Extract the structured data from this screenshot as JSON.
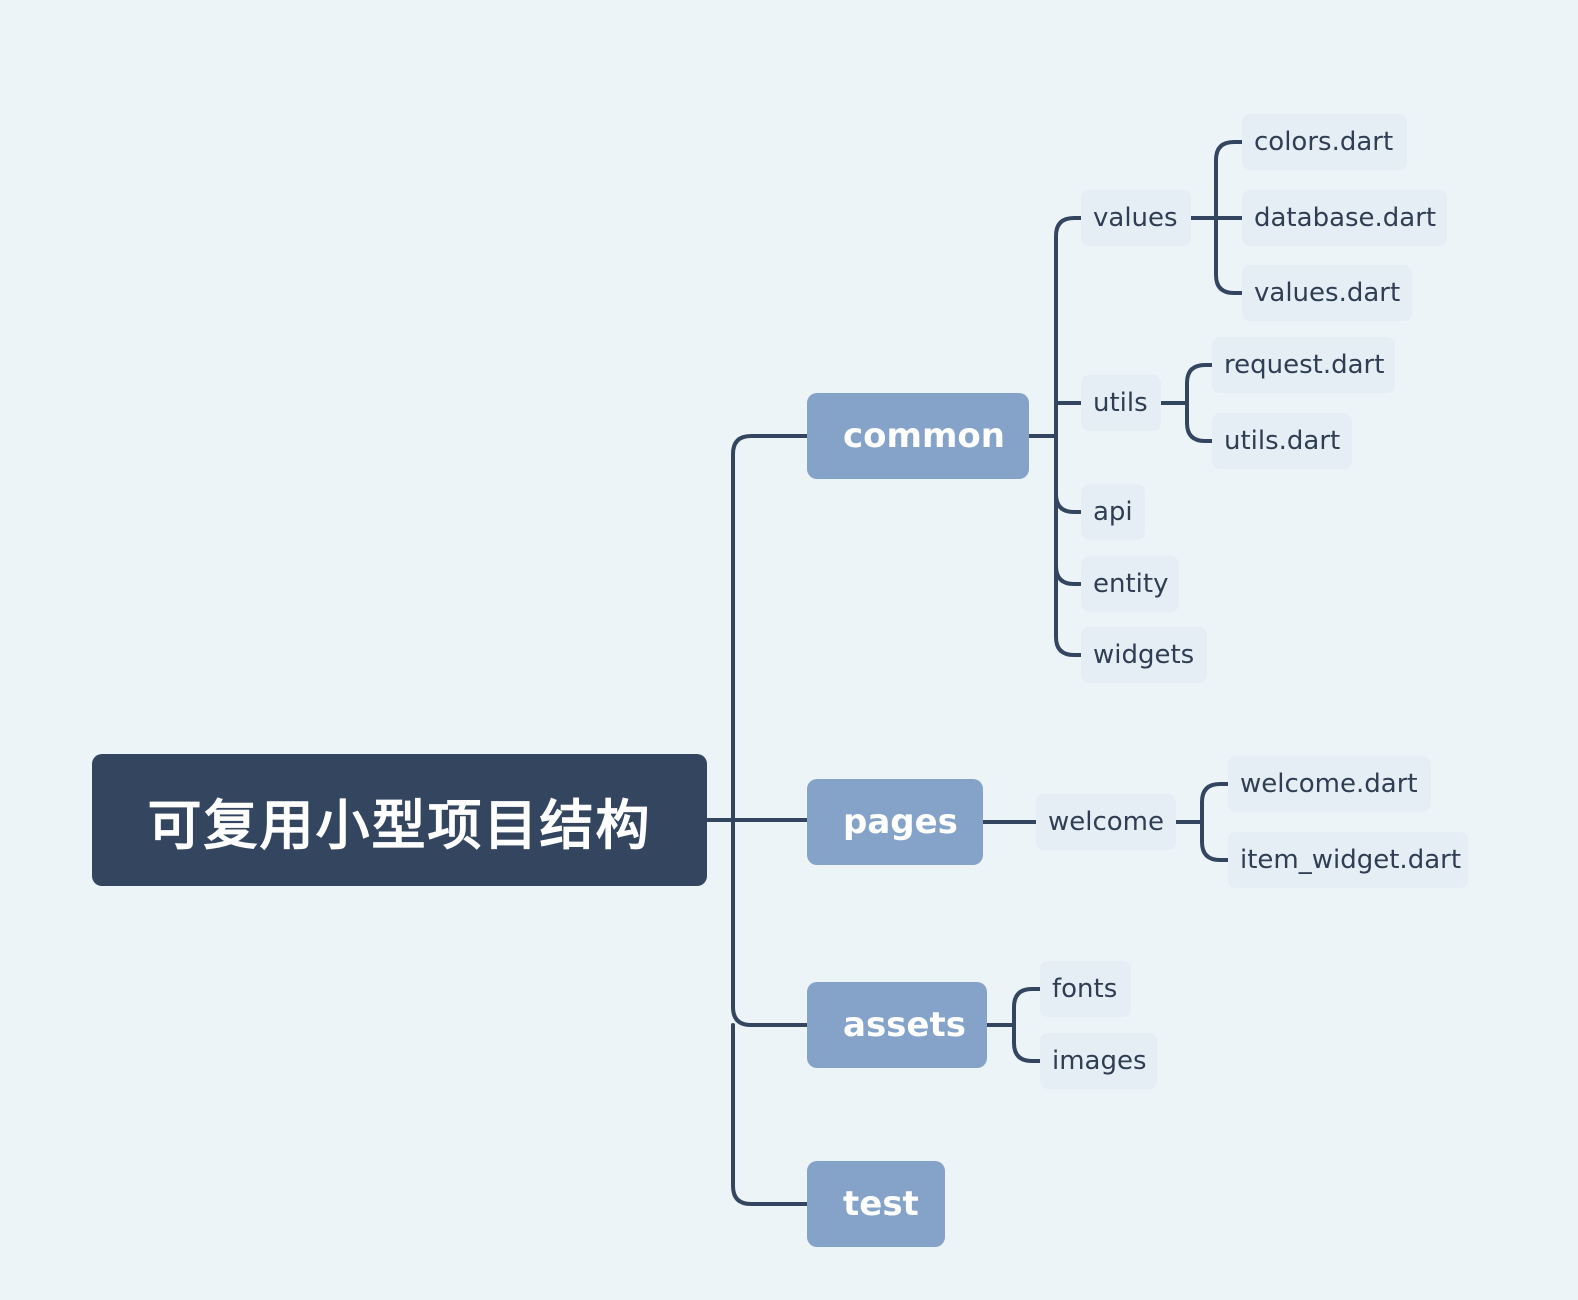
{
  "root": {
    "label": "可复用小型项目结构"
  },
  "branches": {
    "common": {
      "label": "common",
      "values": {
        "label": "values",
        "children": [
          "colors.dart",
          "database.dart",
          "values.dart"
        ]
      },
      "utils": {
        "label": "utils",
        "children": [
          "request.dart",
          "utils.dart"
        ]
      },
      "api": {
        "label": "api"
      },
      "entity": {
        "label": "entity"
      },
      "widgets": {
        "label": "widgets"
      }
    },
    "pages": {
      "label": "pages",
      "welcome": {
        "label": "welcome",
        "children": [
          "welcome.dart",
          "item_widget.dart"
        ]
      }
    },
    "assets": {
      "label": "assets",
      "children": [
        "fonts",
        "images"
      ]
    },
    "test": {
      "label": "test"
    }
  },
  "colors": {
    "background": "#edf4f8",
    "root_fill": "#34465f",
    "main_fill": "#85a3c8",
    "leaf_fill": "#e6eef5",
    "connector": "#34465f"
  }
}
